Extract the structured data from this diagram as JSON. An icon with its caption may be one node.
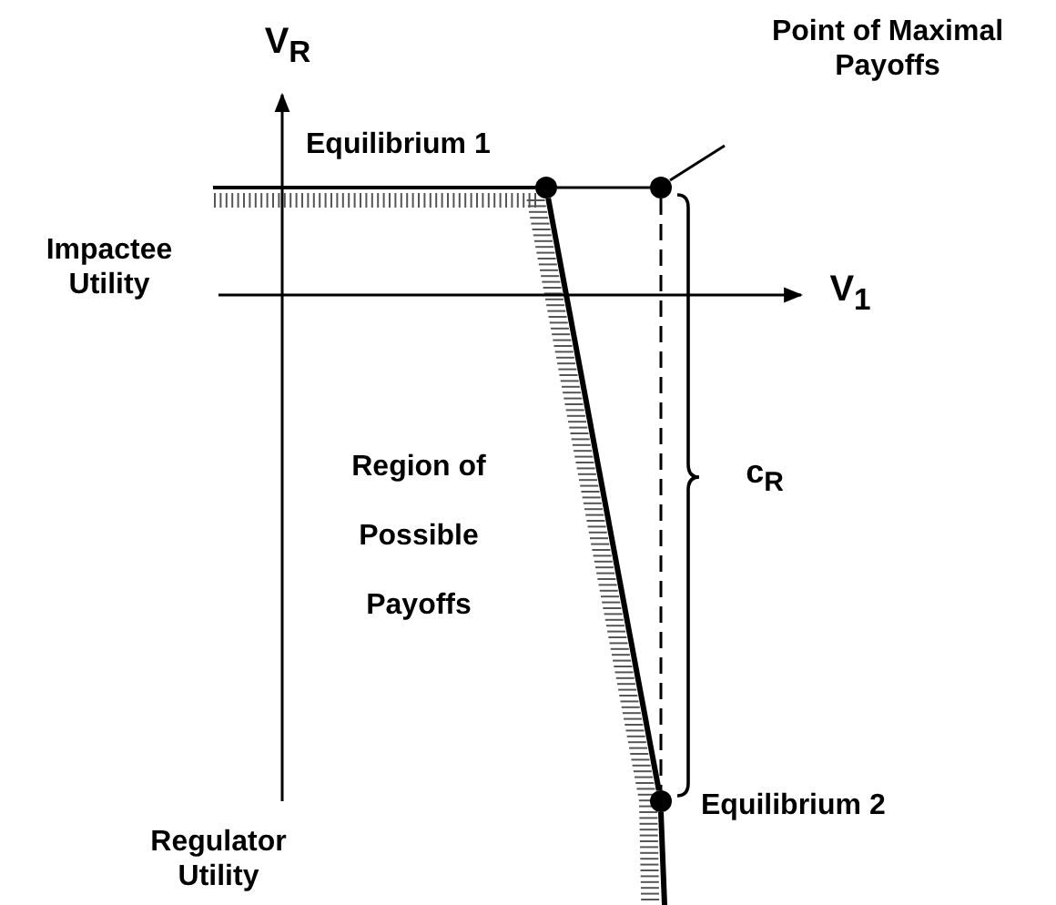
{
  "diagram": {
    "nodes": [
      {
        "text": [],
        "shape": "circle",
        "beside": [
          "Equilibrium 1"
        ]
      },
      {
        "text": [
          "Point of Maximal Payoffs"
        ]
      },
      {
        "text": [],
        "shape": "circle"
      },
      {
        "text": [],
        "shape": "circle",
        "beside": [
          "Equilibrium 2"
        ]
      }
    ],
    "edges": [
      {
        "from": 1,
        "to": 2,
        "arrow": "none"
      },
      {
        "from": 0,
        "to": 2,
        "arrow": "none"
      },
      {
        "from": 0,
        "to": 3,
        "arrow": "none",
        "style": "thick"
      },
      {
        "from": 2,
        "to": 3,
        "arrow": "none",
        "style": "dashed"
      }
    ],
    "labels": [
      "V$_{R}$",
      "Impactee Utility",
      "V$_{1}$",
      "Region of Possible Payoffs",
      "c$_{R}$",
      "Regulator Utility"
    ]
  }
}
